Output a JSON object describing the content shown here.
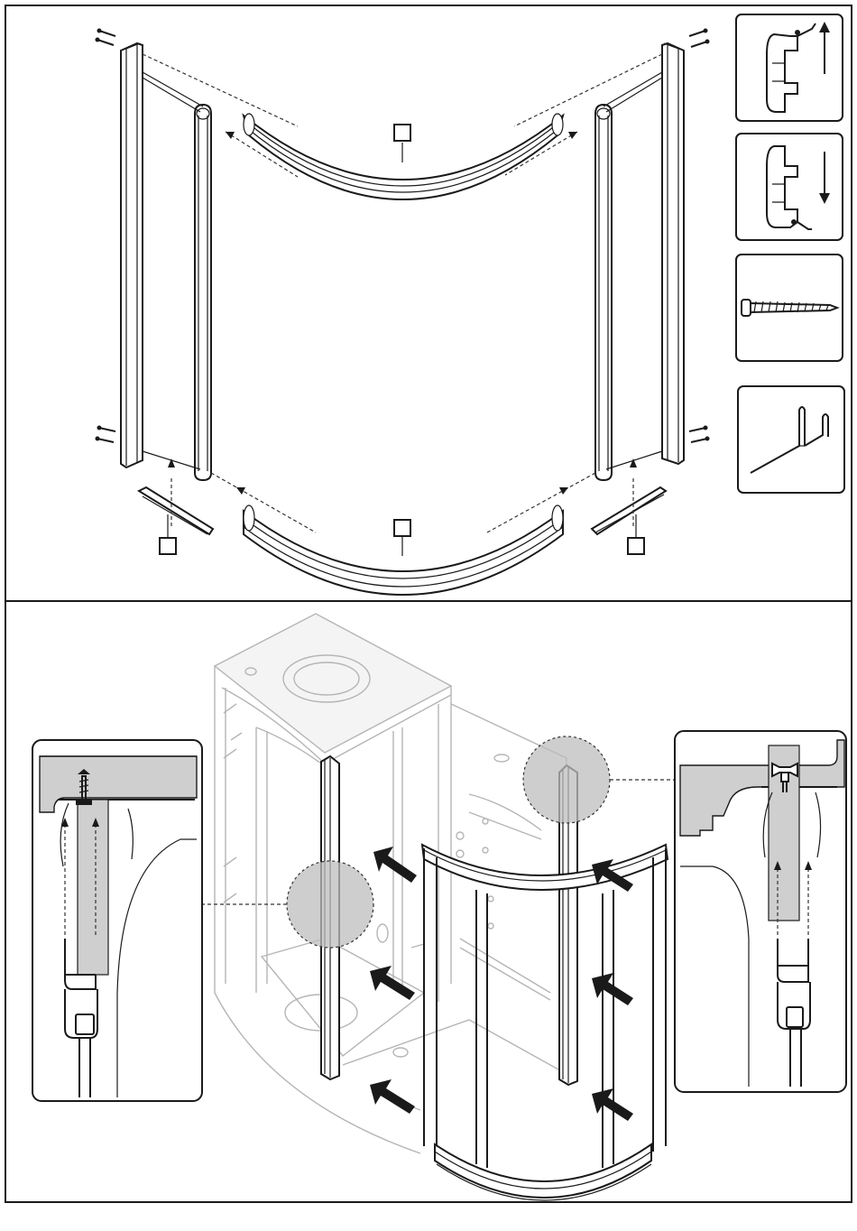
{
  "diagram": {
    "panels": [
      "exploded-frame-assembly",
      "mounted-door-assembly"
    ],
    "top_callout_boxes": [
      "",
      "",
      "",
      ""
    ],
    "parts_legend": [
      {
        "name": "profile-insert-up",
        "icon": "arrow-up-icon"
      },
      {
        "name": "profile-insert-down",
        "icon": "arrow-down-icon"
      },
      {
        "name": "self-tapping-screw",
        "icon": "screw-icon"
      },
      {
        "name": "seal-strip",
        "icon": "seal-icon"
      }
    ],
    "colors": {
      "line": "#1a1a1a",
      "shading": "#cfcfcf",
      "ghost_line": "#b5b5b5",
      "background": "#ffffff"
    }
  }
}
